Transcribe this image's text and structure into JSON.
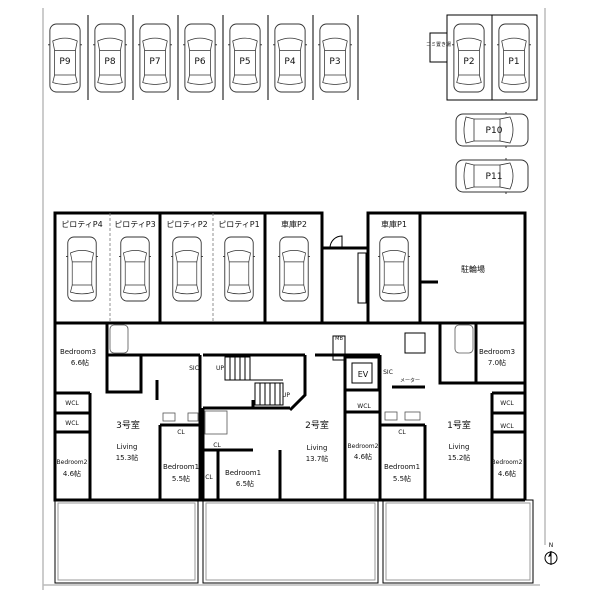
{
  "outdoor_parking": [
    "P9",
    "P8",
    "P7",
    "P6",
    "P5",
    "P4",
    "P3",
    "P2",
    "P1"
  ],
  "side_parking": [
    "P10",
    "P11"
  ],
  "garbage_area": "ゴミ置き場",
  "building_parking": [
    "ピロティP4",
    "ピロティP3",
    "ピロティP2",
    "ピロティP1",
    "車庫P2",
    "車庫P1"
  ],
  "bicycle_parking": "駐輪場",
  "unit3": {
    "name": "3号室",
    "bedroom3": "Bedroom3",
    "bedroom3_size": "6.6帖",
    "wcl1": "WCL",
    "wcl2": "WCL",
    "living": "Living",
    "living_size": "15.3帖",
    "bedroom2": "Bedroom2",
    "bedroom2_size": "4.6帖",
    "cl": "CL",
    "bedroom1": "Bedroom1",
    "bedroom1_size": "5.5帖",
    "sic": "SIC"
  },
  "unit2": {
    "name": "2号室",
    "living": "Living",
    "living_size": "13.7帖",
    "bedroom1": "Bedroom1",
    "bedroom1_size": "6.5帖",
    "bedroom2": "Bedroom2",
    "bedroom2_size": "4.6帖",
    "cl1": "CL",
    "cl2": "CL",
    "wcl": "WCL"
  },
  "unit1": {
    "name": "1号室",
    "bedroom3": "Bedroom3",
    "bedroom3_size": "7.0帖",
    "wcl1": "WCL",
    "wcl2": "WCL",
    "living": "Living",
    "living_size": "15.2帖",
    "bedroom2": "Bedroom2",
    "bedroom2_size": "4.6帖",
    "cl": "CL",
    "bedroom1": "Bedroom1",
    "bedroom1_size": "5.5帖",
    "sic": "SIC"
  },
  "common": {
    "ev": "EV",
    "mb": "MB",
    "meter": "メーター",
    "up1": "UP",
    "up2": "UP"
  },
  "north_label": "N"
}
